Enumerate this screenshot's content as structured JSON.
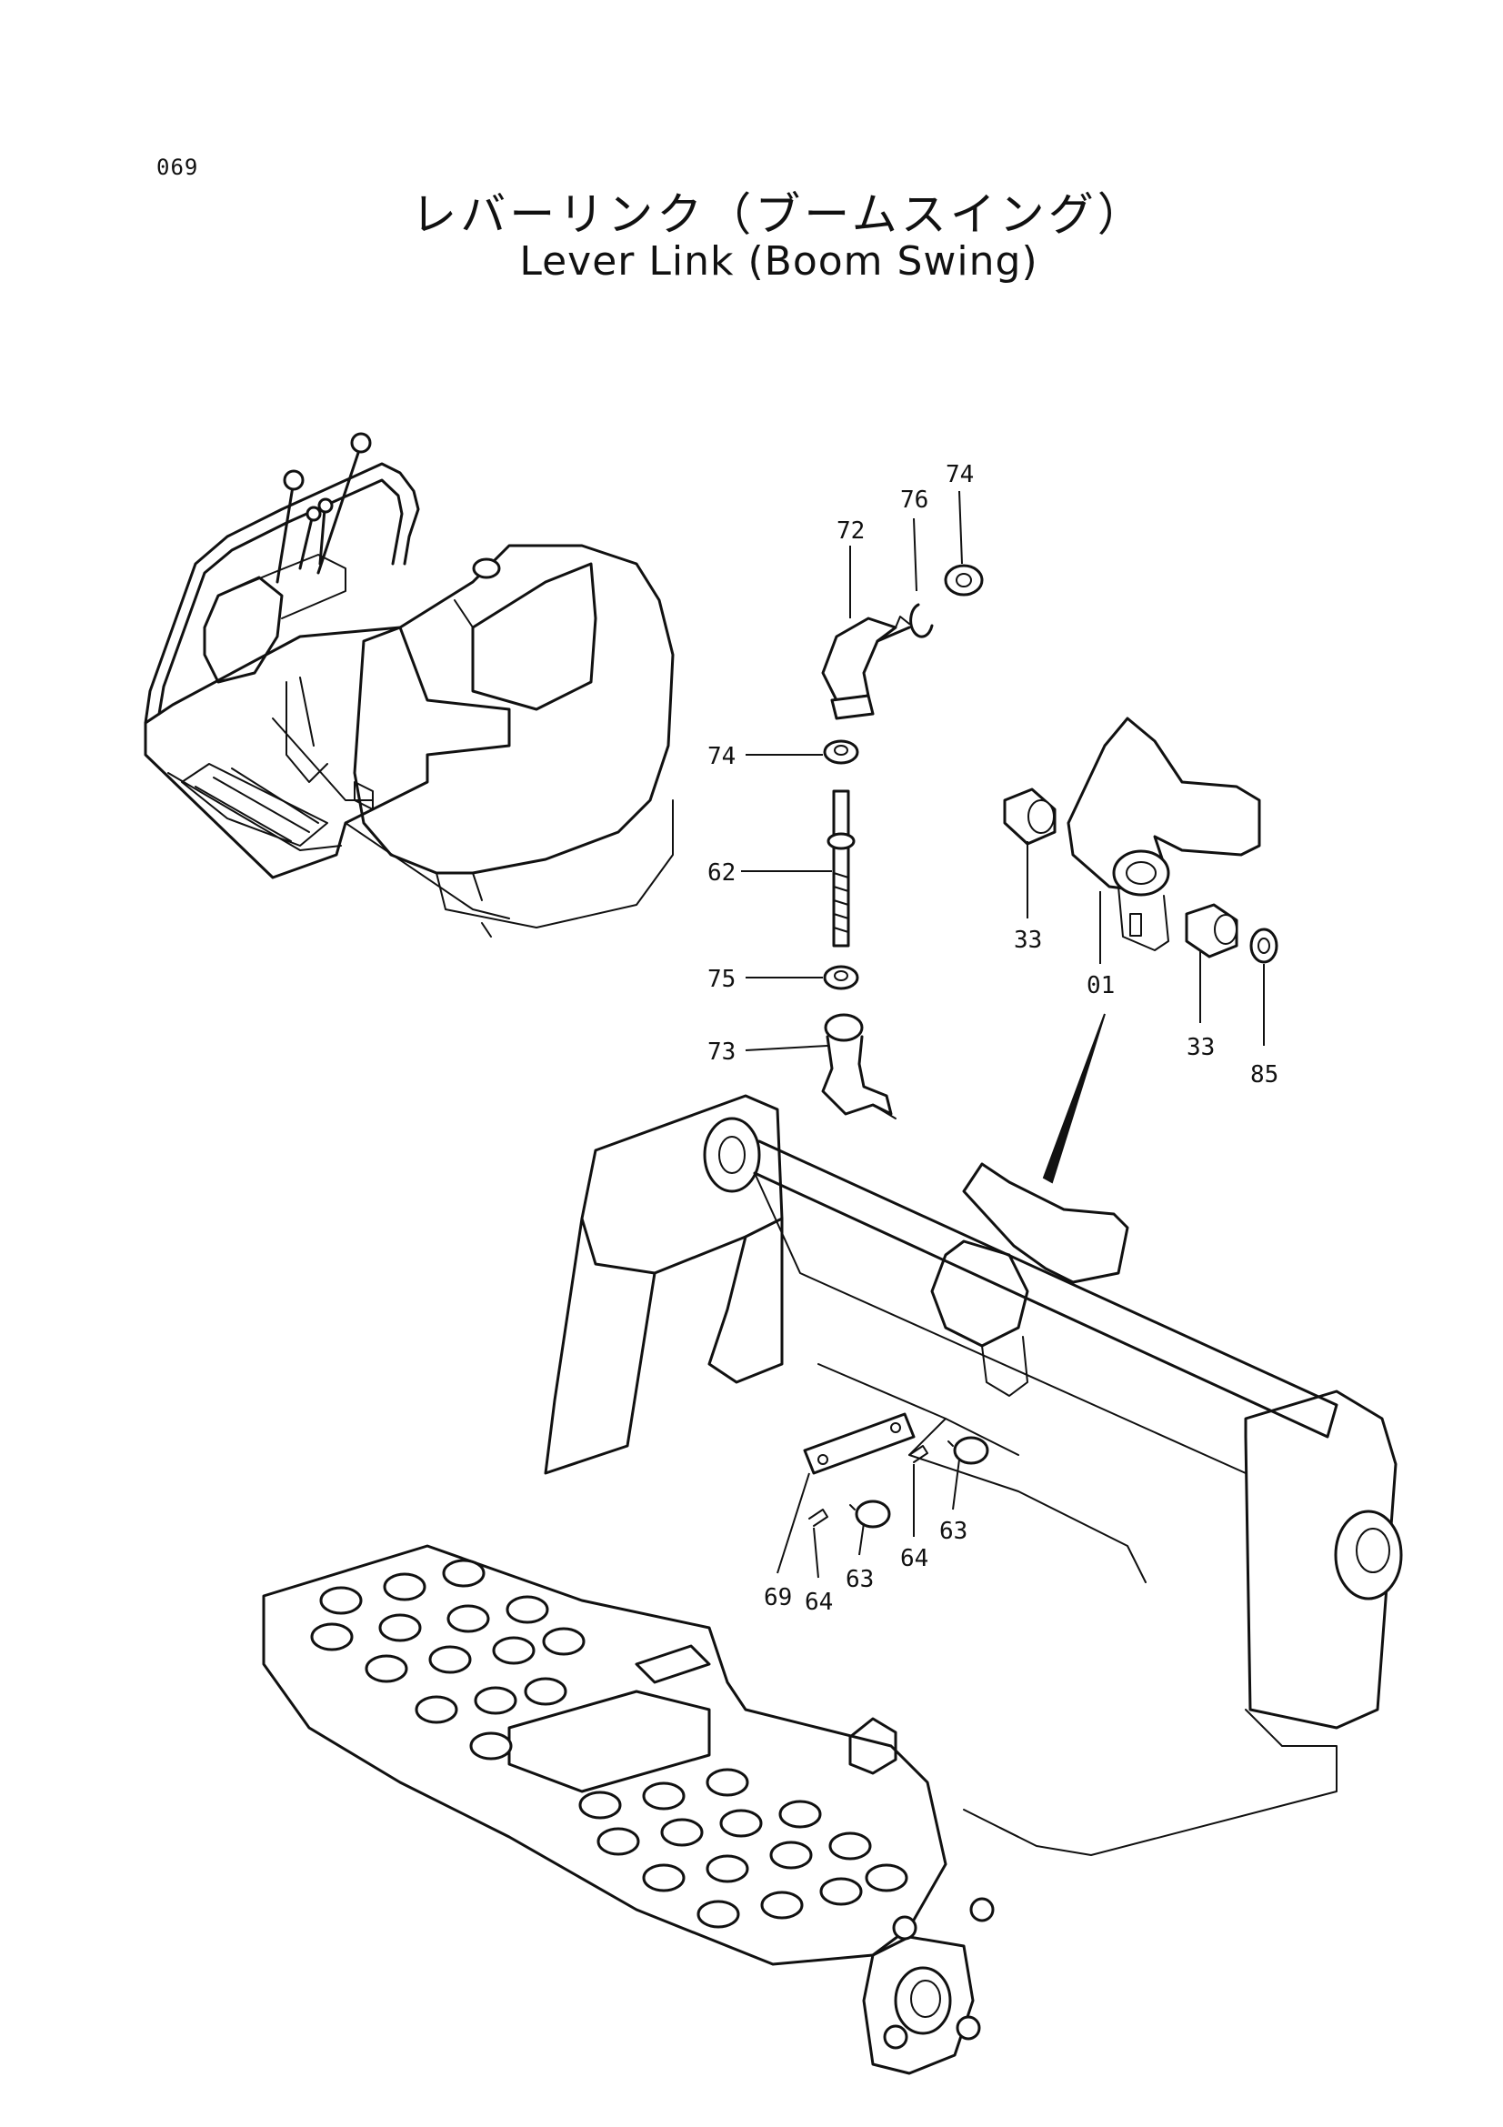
{
  "header": {
    "page_number": "069",
    "title_jp": "レバーリンク（ブームスイング）",
    "title_en": "Lever Link (Boom Swing)"
  },
  "callouts": [
    {
      "id": "c72",
      "label": "72"
    },
    {
      "id": "c76",
      "label": "76"
    },
    {
      "id": "c74a",
      "label": "74"
    },
    {
      "id": "c74b",
      "label": "74"
    },
    {
      "id": "c62",
      "label": "62"
    },
    {
      "id": "c75",
      "label": "75"
    },
    {
      "id": "c73",
      "label": "73"
    },
    {
      "id": "c33a",
      "label": "33"
    },
    {
      "id": "c01",
      "label": "01"
    },
    {
      "id": "c33b",
      "label": "33"
    },
    {
      "id": "c85",
      "label": "85"
    },
    {
      "id": "c69",
      "label": "69"
    },
    {
      "id": "c64a",
      "label": "64"
    },
    {
      "id": "c63a",
      "label": "63"
    },
    {
      "id": "c64b",
      "label": "64"
    },
    {
      "id": "c63b",
      "label": "63"
    }
  ]
}
